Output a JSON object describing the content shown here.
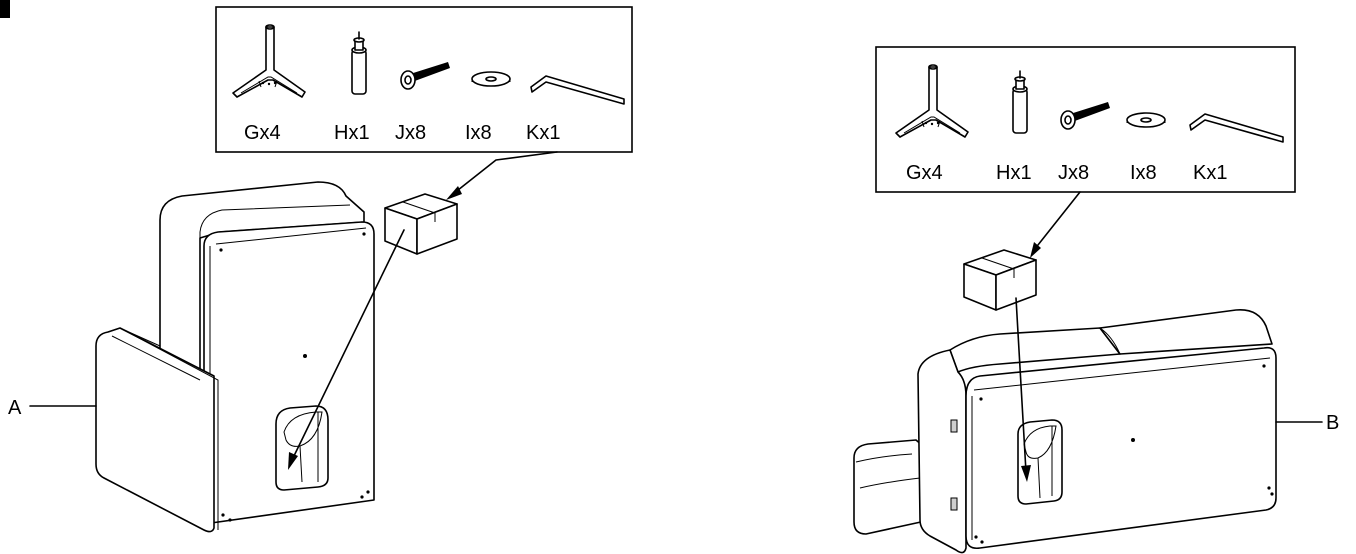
{
  "left_panel": {
    "parts": [
      {
        "label": "Gx4",
        "icon": "stand-leg-icon"
      },
      {
        "label": "Hx1",
        "icon": "center-support-icon"
      },
      {
        "label": "Jx8",
        "icon": "bolt-icon"
      },
      {
        "label": "Ix8",
        "icon": "washer-icon"
      },
      {
        "label": "Kx1",
        "icon": "allen-key-icon"
      }
    ],
    "callout": "A"
  },
  "right_panel": {
    "parts": [
      {
        "label": "Gx4",
        "icon": "stand-leg-icon"
      },
      {
        "label": "Hx1",
        "icon": "center-support-icon"
      },
      {
        "label": "Jx8",
        "icon": "bolt-icon"
      },
      {
        "label": "Ix8",
        "icon": "washer-icon"
      },
      {
        "label": "Kx1",
        "icon": "allen-key-icon"
      }
    ],
    "callout": "B"
  }
}
